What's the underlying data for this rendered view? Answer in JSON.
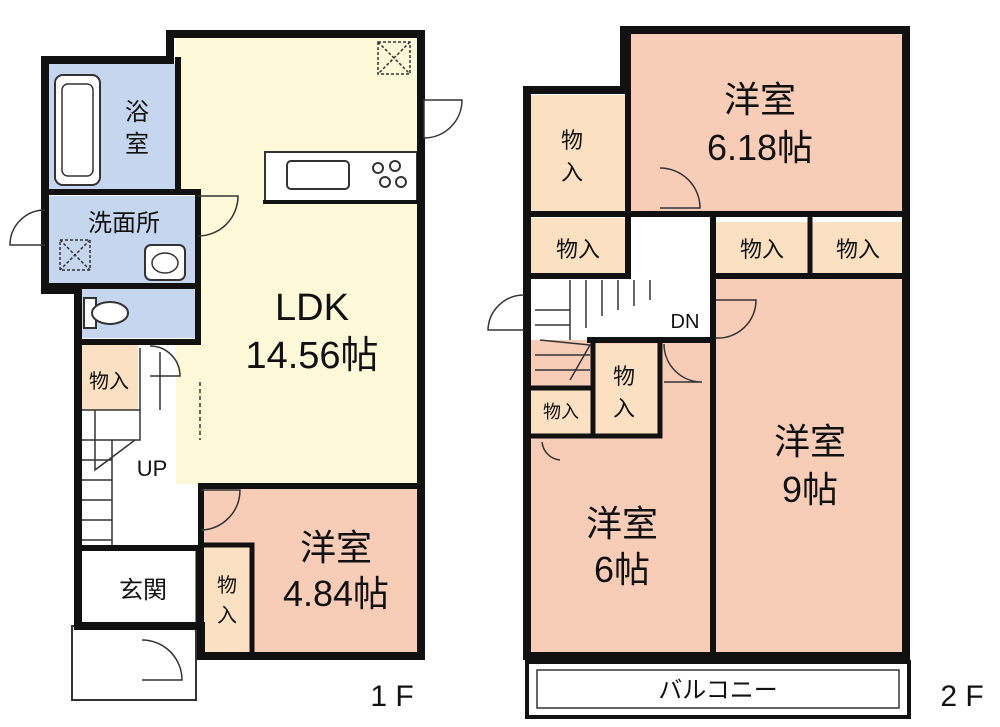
{
  "colors": {
    "wall": "#111111",
    "ldk": "#fdf9d8",
    "western": "#f8cdb7",
    "storage": "#fbe1c2",
    "wet": "#c7d6ef",
    "hall": "#ffffff"
  },
  "floor1": {
    "floor_label": "1 F",
    "ldk": {
      "name": "LDK",
      "size": "14.56帖"
    },
    "bath": {
      "line1": "浴",
      "line2": "室"
    },
    "washroom": "洗面所",
    "storage_stair": "物入",
    "up": "UP",
    "entrance": "玄関",
    "western": {
      "name": "洋室",
      "size": "4.84帖"
    },
    "western_storage": {
      "line1": "物",
      "line2": "入"
    }
  },
  "floor2": {
    "floor_label": "2 F",
    "west_a": {
      "name": "洋室",
      "size": "6.18帖"
    },
    "storage_tl": {
      "line1": "物",
      "line2": "入"
    },
    "storage_mid": "物入",
    "storage_r1": "物入",
    "storage_r2": "物入",
    "dn": "DN",
    "storage_center": {
      "line1": "物",
      "line2": "入"
    },
    "storage_small": "物入",
    "west_b": {
      "name": "洋室",
      "size": "6帖"
    },
    "west_c": {
      "name": "洋室",
      "size": "9帖"
    },
    "balcony": "バルコニー"
  }
}
